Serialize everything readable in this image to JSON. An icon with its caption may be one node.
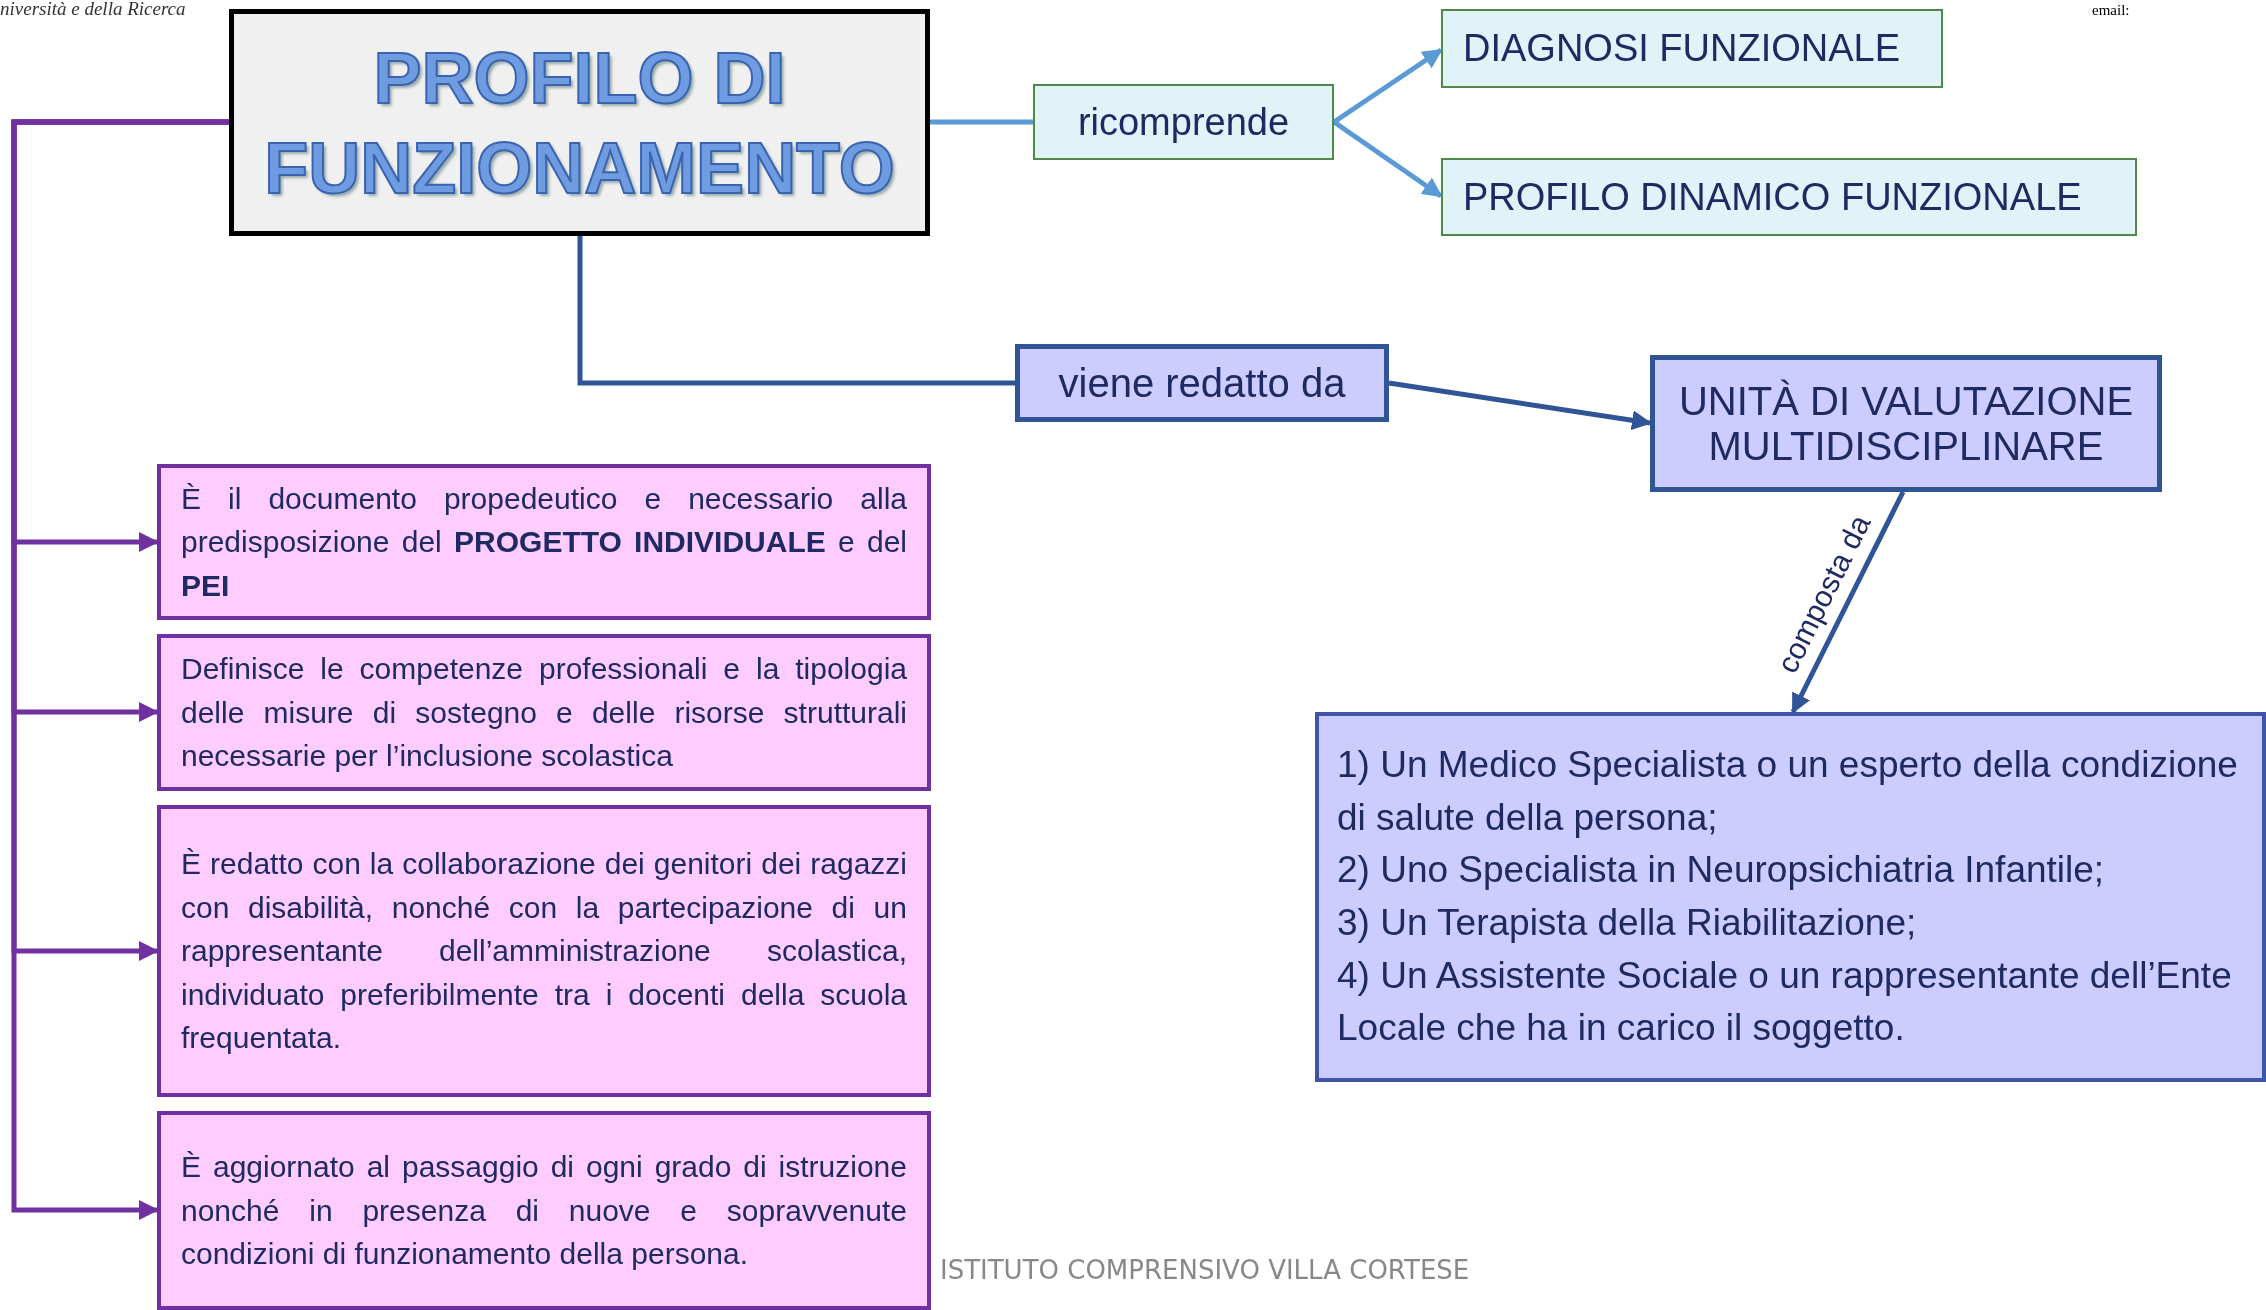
{
  "diagram": {
    "nodes": [
      {
        "text": [
          "PROFILO DI FUNZIONAMENTO"
        ]
      },
      {
        "text": [
          "ricomprende"
        ]
      },
      {
        "text": [
          "DIAGNOSI FUNZIONALE"
        ]
      },
      {
        "text": [
          "PROFILO DINAMICO FUNZIONALE"
        ]
      },
      {
        "text": [
          "viene redatto da"
        ]
      },
      {
        "text": [
          "UNITÀ DI VALUTAZIONE MULTIDISCIPLINARE"
        ]
      },
      {
        "text": [
          "1) Un Medico Specialista o un esperto della condizione di salute della persona;",
          "2) Uno Specialista in Neuropsichiatria Infantile;",
          "3) Un Terapista della Riabilitazione;",
          "4) Un Assistente Sociale o un rappresentante dell’Ente Locale che ha in carico il soggetto."
        ]
      },
      {
        "text": [
          "È il documento propedeutico e necessario alla predisposizione del **PROGETTO INDIVIDUALE** e del **PEI**"
        ]
      },
      {
        "text": [
          "Definisce le competenze professionali e la tipologia delle misure di sostegno e delle risorse strutturali necessarie per l’inclusione scolastica"
        ]
      },
      {
        "text": [
          "È redatto con la collaborazione dei genitori dei ragazzi con disabilità, nonché con la partecipazione di un rappresentante dell’amministrazione scolastica, individuato preferibilmente tra i docenti della scuola frequentata."
        ]
      },
      {
        "text": [
          "È aggiornato al passaggio di ogni grado di istruzione nonché in presenza di nuove e sopravvenute condizioni di funzionamento della persona."
        ]
      }
    ],
    "edges": [
      {
        "from": 0,
        "to": 1,
        "arrow": "none",
        "color": "#5b9bd5"
      },
      {
        "from": 1,
        "to": 2,
        "arrow": "to",
        "color": "#5b9bd5"
      },
      {
        "from": 1,
        "to": 3,
        "arrow": "to",
        "color": "#5b9bd5"
      },
      {
        "from": 0,
        "to": 4,
        "arrow": "none",
        "color": "#2f5597"
      },
      {
        "from": 4,
        "to": 5,
        "arrow": "to",
        "color": "#2f5597"
      },
      {
        "from": 5,
        "to": 6,
        "arrow": "to",
        "label": "composta da",
        "color": "#2f5597"
      },
      {
        "from": 0,
        "to": 7,
        "arrow": "to",
        "color": "#7030a0"
      },
      {
        "from": 0,
        "to": 8,
        "arrow": "to",
        "color": "#7030a0"
      },
      {
        "from": 0,
        "to": 9,
        "arrow": "to",
        "color": "#7030a0"
      },
      {
        "from": 0,
        "to": 10,
        "arrow": "to",
        "color": "#7030a0"
      }
    ],
    "labels": [
      "niversità e della Ricerca",
      "email:",
      "ISTITUTO COMPRENSIVO VILLA CORTESE"
    ]
  }
}
